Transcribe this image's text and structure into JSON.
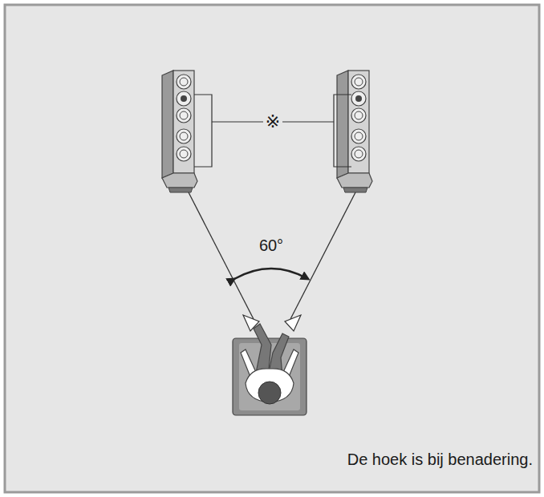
{
  "diagram": {
    "labels": [
      "※",
      "60°",
      "De hoek is bij benadering."
    ]
  }
}
